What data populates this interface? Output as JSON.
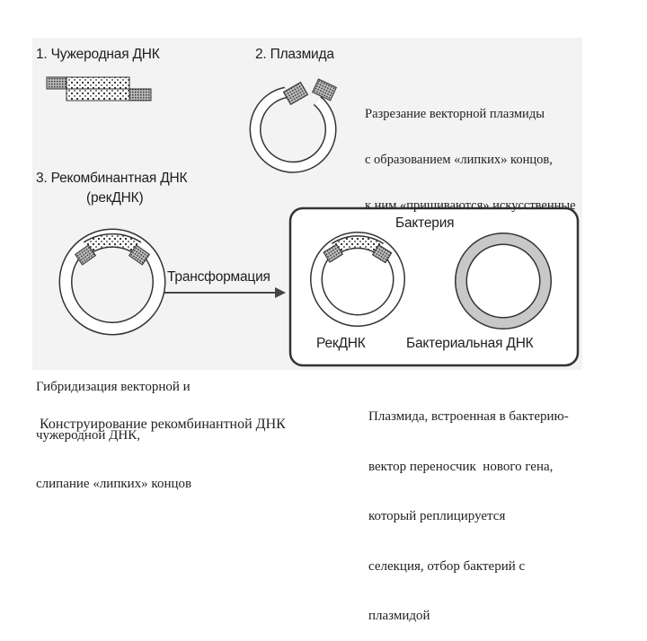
{
  "panels": {
    "foreign_dna": "1. Чужеродная ДНК",
    "plasmid": "2. Плазмида",
    "recombinant_title": "3. Рекомбинантная ДНК",
    "recombinant_abbr": "(рекДНК)",
    "bacterium": "Бактерия",
    "transformation": "Трансформация",
    "rec_dna": "РекДНК",
    "bacterial_dna": "Бактериальная ДНК"
  },
  "notes": {
    "cut": [
      "Разрезание векторной плазмиды",
      "с образованием «липких» концов,",
      "к ним «пришиваются» искусственные"
    ],
    "hybrid": [
      "Гибридизация векторной и",
      "чужеродной ДНК,",
      "слипание «липких» концов"
    ],
    "construct": "Конструирование рекомбинантной ДНК",
    "plasmid_vector": [
      "Плазмида, встроенная в бактерию-",
      "вектор переносчик  нового гена,",
      "который реплицируется",
      "селекция, отбор бактерий с",
      "плазмидой"
    ]
  },
  "colors": {
    "ring_fill": "#ffffff",
    "ring_stroke": "#333333",
    "bacterial_ring": "#c8c8c8",
    "box_stroke": "#444444"
  }
}
